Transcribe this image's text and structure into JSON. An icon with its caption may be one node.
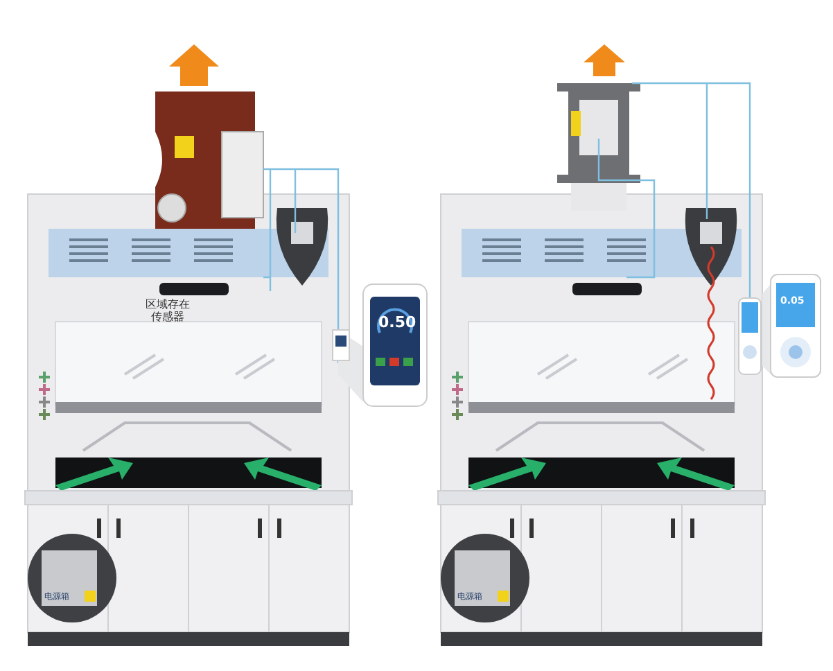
{
  "diagram": {
    "labels": [
      "区域存在传感器",
      "0.50",
      "电源箱",
      "0.05",
      "电源箱"
    ]
  }
}
